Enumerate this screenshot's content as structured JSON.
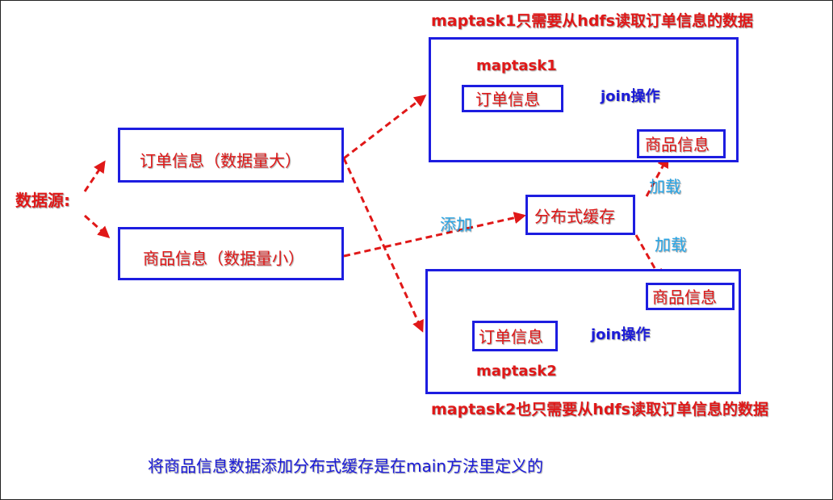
{
  "source_label": "数据源:",
  "orders_box": {
    "label": "订单信息（数据量大）"
  },
  "products_box": {
    "label": "商品信息（数据量小）"
  },
  "cache_box": {
    "label": "分布式缓存"
  },
  "add_label": "添加",
  "load_label_top": "加载",
  "load_label_bottom": "加载",
  "maptask1": {
    "caption": "maptask1只需要从hdfs读取订单信息的数据",
    "name": "maptask1",
    "orders": "订单信息",
    "products": "商品信息",
    "join": "join操作"
  },
  "maptask2": {
    "caption": "maptask2也只需要从hdfs读取订单信息的数据",
    "name": "maptask2",
    "orders": "订单信息",
    "products": "商品信息",
    "join": "join操作"
  },
  "footer_note": "将商品信息数据添加分布式缓存是在main方法里定义的",
  "colors": {
    "box_border": "#1d1de0",
    "arrow": "#e01818",
    "label_red": "#e01818",
    "label_blue": "#1c1cd8",
    "label_cyan": "#2aa6e6"
  }
}
